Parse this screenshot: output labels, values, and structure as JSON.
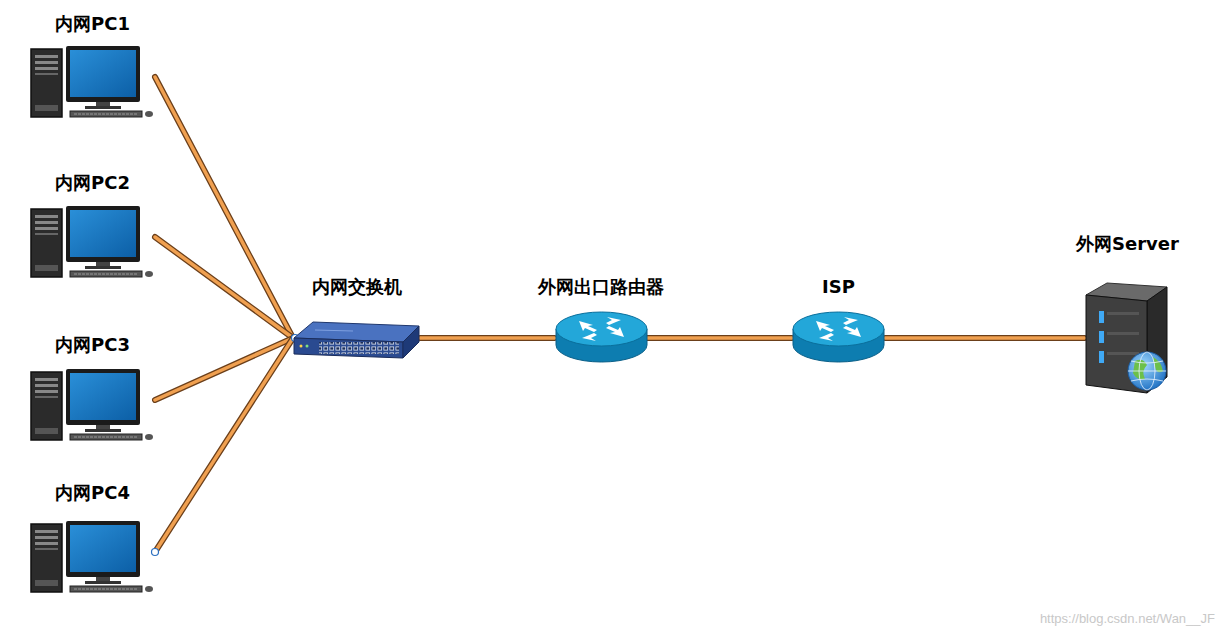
{
  "diagram": {
    "nodes": [
      {
        "text": [
          "内网PC1"
        ]
      },
      {
        "text": [
          "内网PC2"
        ]
      },
      {
        "text": [
          "内网PC3"
        ]
      },
      {
        "text": [
          "内网PC4"
        ]
      },
      {
        "text": [
          "内网交换机"
        ]
      },
      {
        "text": [
          "外网出口路由器"
        ]
      },
      {
        "text": [
          "ISP"
        ]
      },
      {
        "text": [
          "外网Server"
        ]
      }
    ],
    "edges": [
      {
        "from": 0,
        "to": 4,
        "arrow": "none"
      },
      {
        "from": 1,
        "to": 4,
        "arrow": "none"
      },
      {
        "from": 2,
        "to": 4,
        "arrow": "none"
      },
      {
        "from": 3,
        "to": 4,
        "arrow": "none"
      },
      {
        "from": 4,
        "to": 5,
        "arrow": "none"
      },
      {
        "from": 5,
        "to": 6,
        "arrow": "none"
      },
      {
        "from": 6,
        "to": 7,
        "arrow": "none"
      }
    ],
    "labels": [
      "https://blog.csdn.net/Wan__JF"
    ]
  }
}
